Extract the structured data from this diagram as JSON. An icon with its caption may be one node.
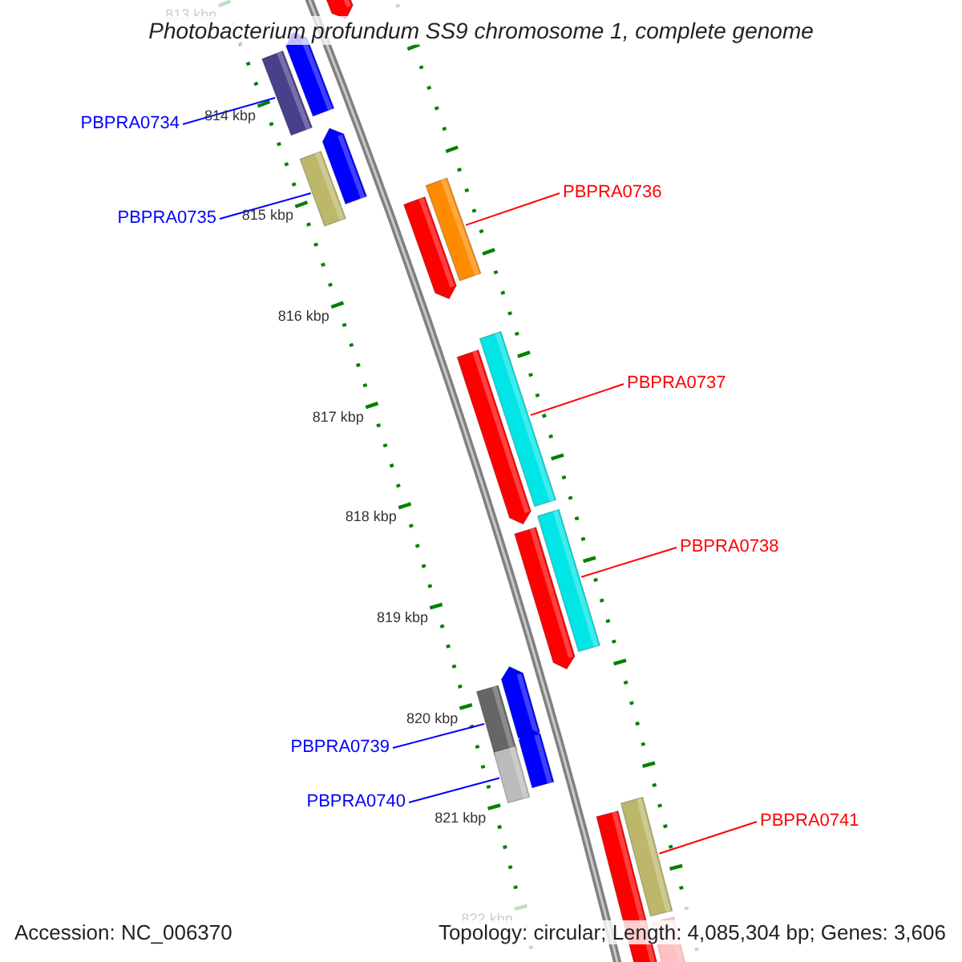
{
  "diagram": {
    "title": "Photobacterium profundum SS9 chromosome 1, complete genome",
    "nodes": [
      {
        "text": [
          "PBPRA0734"
        ]
      },
      {
        "text": [],
        "shape": "box"
      },
      {
        "text": [
          "PBPRA0735"
        ]
      },
      {
        "text": [],
        "shape": "box"
      },
      {
        "text": [
          "PBPRA0736"
        ]
      },
      {
        "text": [],
        "shape": "box"
      },
      {
        "text": [
          "PBPRA0737"
        ]
      },
      {
        "text": [],
        "shape": "box"
      },
      {
        "text": [
          "PBPRA0738"
        ]
      },
      {
        "text": [],
        "shape": "box"
      },
      {
        "text": [
          "PBPRA0739"
        ]
      },
      {
        "text": [],
        "shape": "box"
      },
      {
        "text": [
          "PBPRA0740"
        ]
      },
      {
        "text": [],
        "shape": "box"
      },
      {
        "text": [
          "PBPRA0741"
        ]
      },
      {
        "text": [],
        "shape": "box"
      }
    ],
    "edges": [
      {
        "from": 0,
        "to": 1,
        "arrow": "none",
        "color": "#0000ff"
      },
      {
        "from": 2,
        "to": 3,
        "arrow": "none",
        "color": "#0000ff"
      },
      {
        "from": 4,
        "to": 5,
        "arrow": "none",
        "color": "#ff0000"
      },
      {
        "from": 6,
        "to": 7,
        "arrow": "none",
        "color": "#ff0000"
      },
      {
        "from": 8,
        "to": 9,
        "arrow": "none",
        "color": "#ff0000"
      },
      {
        "from": 10,
        "to": 11,
        "arrow": "none",
        "color": "#0000ff"
      },
      {
        "from": 12,
        "to": 13,
        "arrow": "none",
        "color": "#0000ff"
      },
      {
        "from": 14,
        "to": 15,
        "arrow": "none",
        "color": "#ff0000"
      }
    ],
    "labels": [
      "813 kbp",
      "814 kbp",
      "815 kbp",
      "816 kbp",
      "817 kbp",
      "818 kbp",
      "819 kbp",
      "820 kbp",
      "821 kbp",
      "822 kbp",
      "Accession: NC_006370",
      "Topology: circular; Length: 4,085,304 bp; Genes: 3,606"
    ]
  }
}
